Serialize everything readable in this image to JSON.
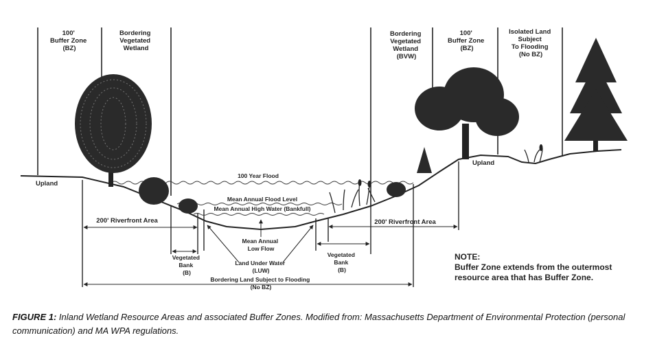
{
  "zones_top_left": [
    {
      "lines": [
        "100'",
        "Buffer Zone",
        "(BZ)"
      ]
    },
    {
      "lines": [
        "Bordering",
        "Vegetated",
        "Wetland"
      ]
    }
  ],
  "zones_top_right": [
    {
      "lines": [
        "Bordering",
        "Vegetated",
        "Wetland",
        "(BVW)"
      ]
    },
    {
      "lines": [
        "100'",
        "Buffer Zone",
        "(BZ)"
      ]
    },
    {
      "lines": [
        "Isolated Land",
        "Subject",
        "To Flooding",
        "(No BZ)"
      ]
    }
  ],
  "labels": {
    "upland_left": "Upland",
    "upland_right": "Upland",
    "flood_100": "100 Year Flood",
    "mean_annual_flood": "Mean Annual Flood Level",
    "mean_annual_high": "Mean Annual High Water (Bankfull)",
    "riverfront_left": "200' Riverfront Area",
    "riverfront_right": "200' Riverfront Area",
    "low_flow": [
      "Mean Annual",
      "Low Flow"
    ],
    "luw": [
      "Land Under Water",
      "(LUW)"
    ],
    "veg_bank_left": [
      "Vegetated",
      "Bank",
      "(B)"
    ],
    "veg_bank_right": [
      "Vegetated",
      "Bank",
      "(B)"
    ],
    "blsf": [
      "Bordering Land Subject to Flooding",
      "(No BZ)"
    ]
  },
  "note": {
    "title": "NOTE:",
    "lines": [
      "Buffer Zone extends from the outermost",
      "resource area that has Buffer Zone."
    ]
  },
  "caption": {
    "label": "FIGURE 1:",
    "text": " Inland Wetland Resource Areas and associated Buffer Zones. Modified from: Massachusetts Department of Environmental Protection (personal communication) and MA WPA regulations."
  }
}
